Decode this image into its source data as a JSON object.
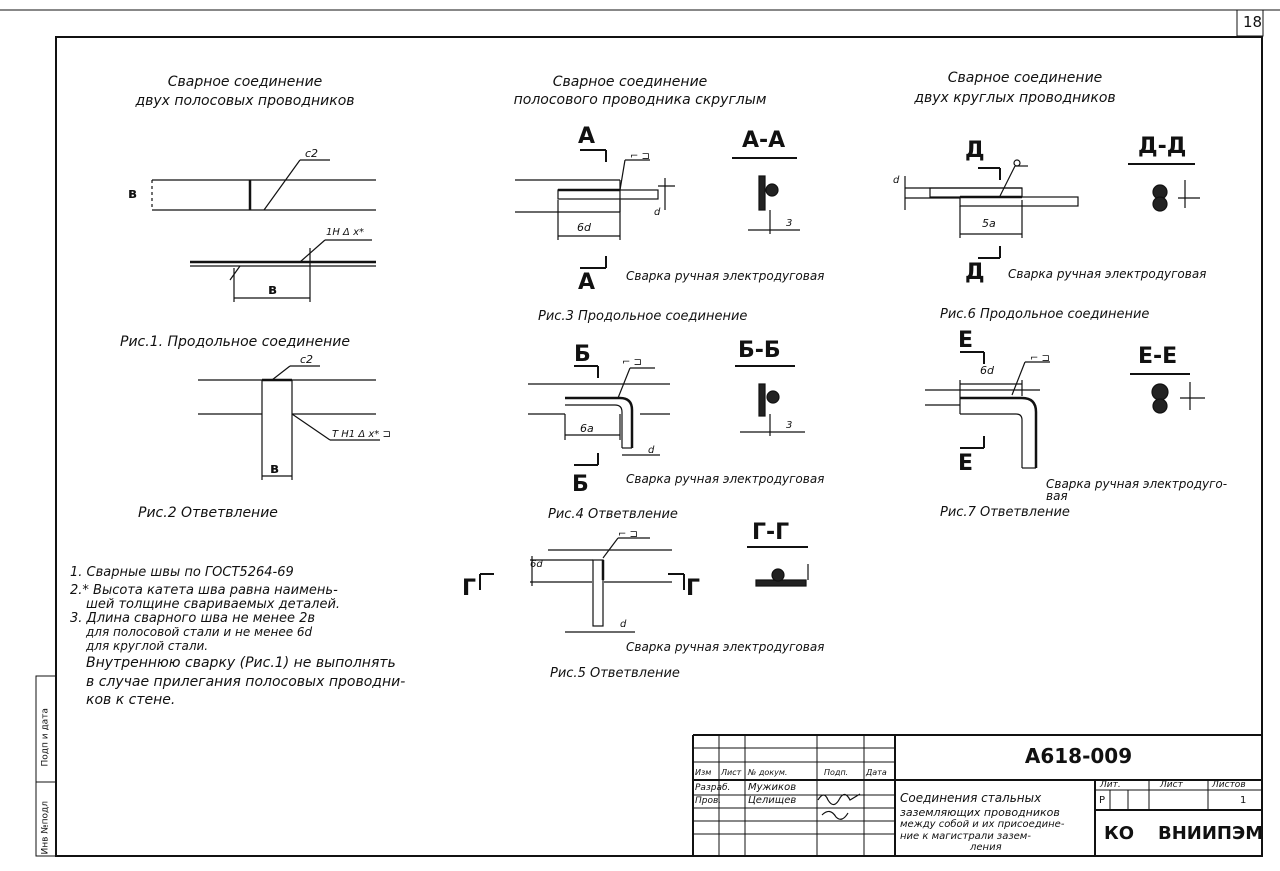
{
  "sheet_number": "18",
  "titles": {
    "fig1_group": [
      "Сварное соединение",
      "двух полосовых проводников"
    ],
    "fig3_group": [
      "Сварное соединение",
      "полосового проводника скруглым"
    ],
    "fig6_group": [
      "Сварное соединение",
      "двух круглых проводников"
    ]
  },
  "captions": {
    "fig1": "Рис.1. Продольное соединение",
    "fig2": "Рис.2   Ответвление",
    "fig3": "Рис.3  Продольное  соединение",
    "fig4": "Рис.4   Ответвление",
    "fig5": "Рис.5   Ответвление",
    "fig6": "Рис.6 Продольное  соединение",
    "fig7": "Рис.7   Ответвление"
  },
  "labels": {
    "weld_manual": "Сварка ручная электродуговая",
    "weld_manual_7a": "Сварка ручная электродуго-",
    "weld_manual_7b": "вая",
    "c2": "с2",
    "weld_mark_1": "1Н Δ х*",
    "weld_mark_2": "Т Н1 Δ х* ⊐",
    "b": "в",
    "d": "d",
    "len_6d": "6d",
    "len_6a": "6а",
    "len_5a": "5а",
    "three": "3",
    "flag": "⌐ ⊐"
  },
  "sections": {
    "A": "А",
    "AA": "А-А",
    "B": "Б",
    "BB": "Б-Б",
    "G": "Г",
    "GG": "Г-Г",
    "D": "Д",
    "DD": "Д-Д",
    "E": "Е",
    "EE": "Е-Е"
  },
  "notes": [
    "1. Сварные швы по ГОСТ5264-69",
    "2.* Высота катета шва равна наимень-",
    "шей толщине свариваемых деталей.",
    "3. Длина сварного шва не менее 2в",
    "для полосовой стали и не менее 6d",
    "для круглой стали.",
    "Внутреннюю сварку (Рис.1) не выполнять",
    "в случае прилегания полосовых проводни-",
    "ков к стене."
  ],
  "side_stamp": [
    "Инв №подл",
    "Подп и дата"
  ],
  "title_block": {
    "code": "А618-009",
    "col_headers": [
      "Изм",
      "Лист",
      "№ докум.",
      "Подп.",
      "Дата"
    ],
    "rows": [
      {
        "role": "Разраб.",
        "name": "Мужиков",
        "sign": "Мужик"
      },
      {
        "role": "Пров.",
        "name": "Целищев",
        "sign": "Ц"
      }
    ],
    "description": [
      "Соединения стальных",
      "заземляющих проводников",
      "между собой и их присоедине-",
      "ние к магистрали зазем-",
      "ления"
    ],
    "lit_header": "Лит.",
    "sheet_header": "Лист",
    "sheets_header": "Листов",
    "lit_value": "Р",
    "sheets_value": "1",
    "stage": "КО",
    "org": "ВНИИПЭМ"
  }
}
